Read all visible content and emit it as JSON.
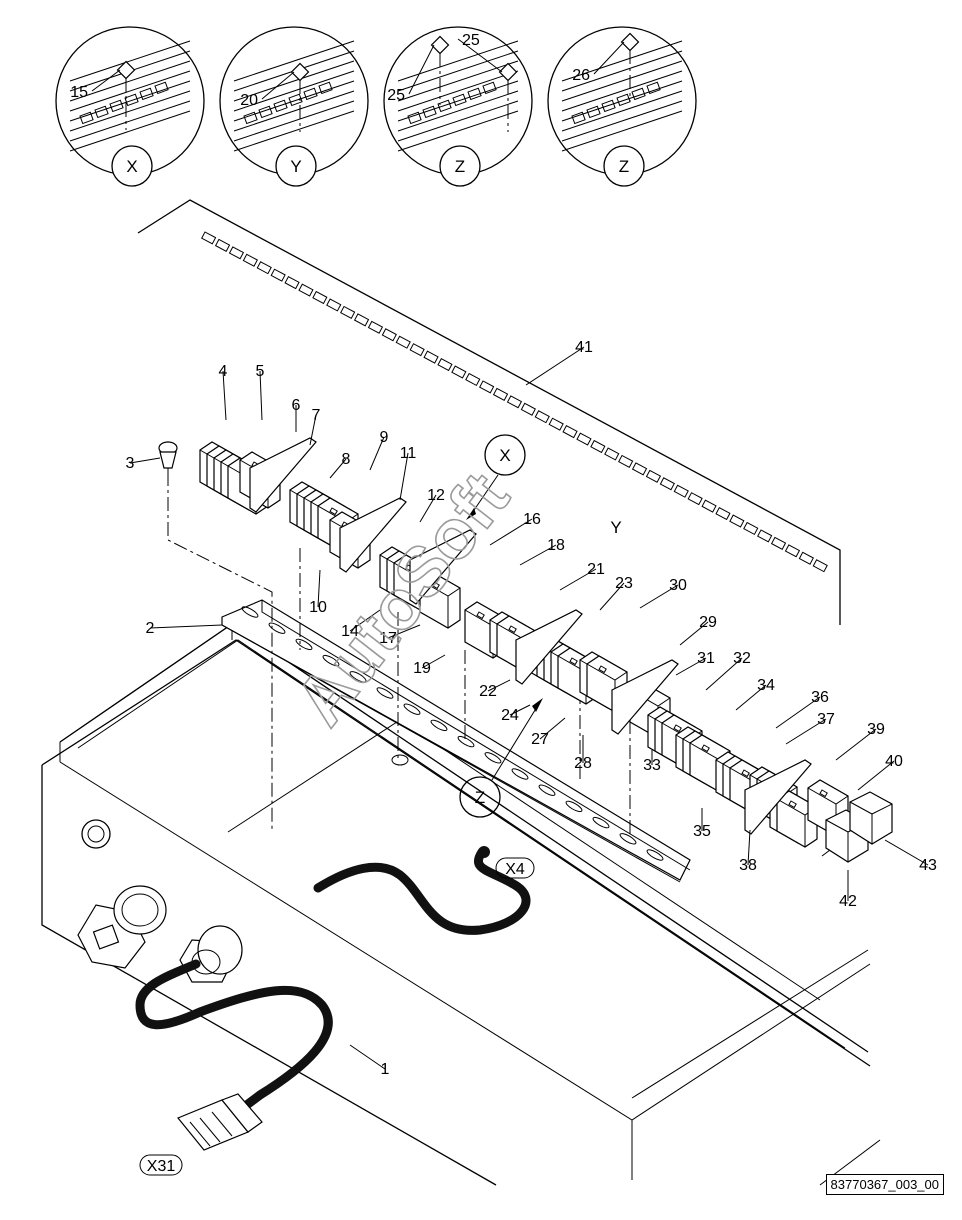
{
  "detail_views": [
    {
      "id": "det-x",
      "letter": "X",
      "parts": [
        "15"
      ]
    },
    {
      "id": "det-y",
      "letter": "Y",
      "parts": [
        "20"
      ]
    },
    {
      "id": "det-z1",
      "letter": "Z",
      "parts": [
        "25",
        "25"
      ]
    },
    {
      "id": "det-z2",
      "letter": "Z",
      "parts": [
        "26"
      ]
    }
  ],
  "view_markers": {
    "x": "X",
    "y": "Y",
    "z": "Z"
  },
  "part_labels": [
    "1",
    "2",
    "3",
    "4",
    "5",
    "6",
    "7",
    "8",
    "9",
    "10",
    "11",
    "12",
    "14",
    "16",
    "17",
    "18",
    "19",
    "21",
    "22",
    "23",
    "24",
    "27",
    "28",
    "29",
    "30",
    "31",
    "32",
    "33",
    "34",
    "35",
    "36",
    "37",
    "38",
    "39",
    "40",
    "41",
    "42",
    "43"
  ],
  "connectors": {
    "x4": "X4",
    "x31": "X31"
  },
  "watermark": "AutoSoft",
  "drawing_number": "83770367_003_00"
}
